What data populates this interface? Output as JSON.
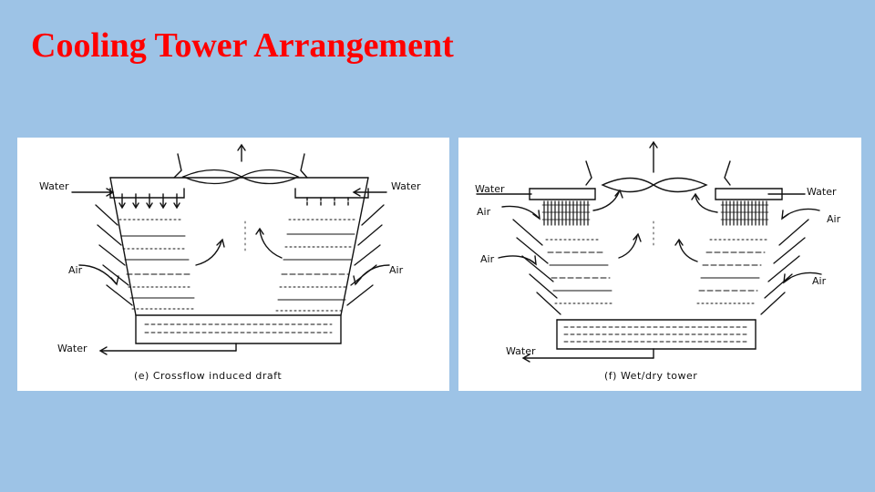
{
  "slide": {
    "title": "Cooling Tower Arrangement",
    "title_color": "#ff0000",
    "background_color": "#9dc3e6"
  },
  "diagrams": [
    {
      "caption": "(e) Crossflow induced draft",
      "labels": {
        "water_in_left": "Water",
        "water_in_right": "Water",
        "air_left": "Air",
        "air_right": "Air",
        "water_out": "Water"
      }
    },
    {
      "caption": "(f) Wet/dry tower",
      "labels": {
        "water_in_left": "Water",
        "water_in_right": "Water",
        "air_left_upper": "Air",
        "air_right_upper": "Air",
        "air_left_lower": "Air",
        "air_right_lower": "Air",
        "water_out": "Water"
      }
    }
  ]
}
